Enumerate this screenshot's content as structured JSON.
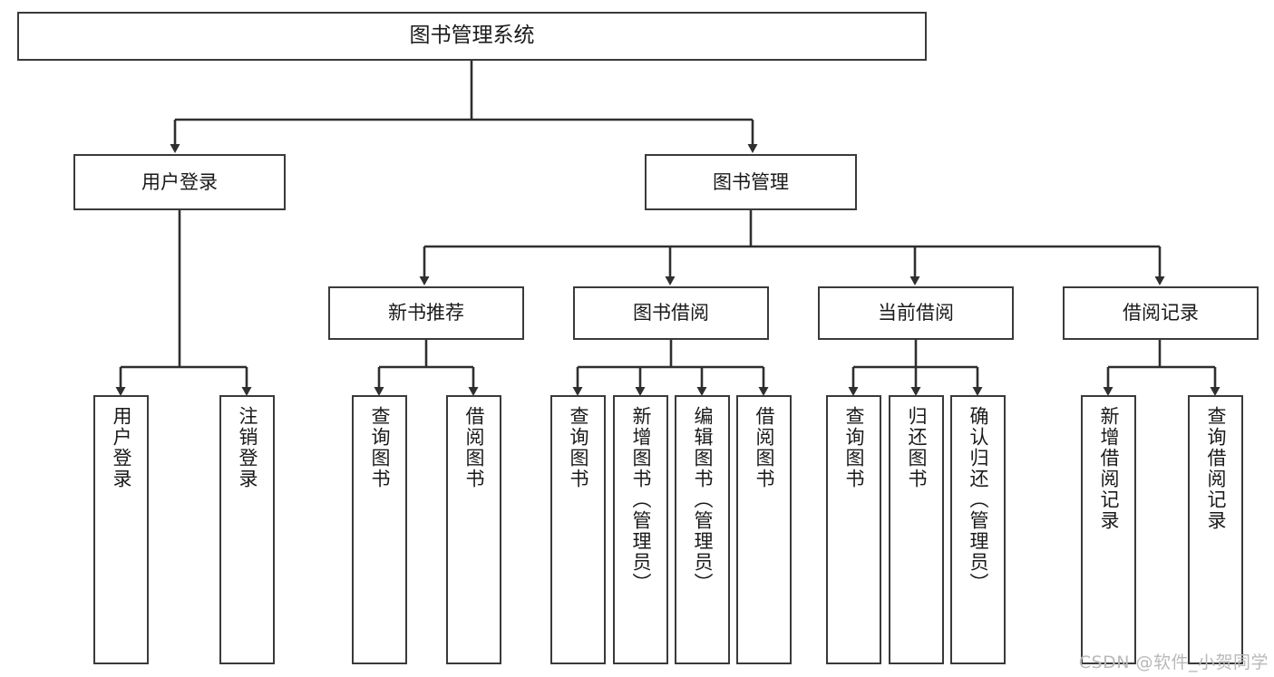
{
  "diagram": {
    "title": "图书管理系统",
    "type": "tree-hierarchy",
    "root": {
      "label": "图书管理系统"
    },
    "level2": [
      {
        "label": "用户登录"
      },
      {
        "label": "图书管理"
      }
    ],
    "level3": [
      {
        "label": "新书推荐"
      },
      {
        "label": "图书借阅"
      },
      {
        "label": "当前借阅"
      },
      {
        "label": "借阅记录"
      }
    ],
    "leaves": {
      "user_login": [
        {
          "label": "用户登录"
        },
        {
          "label": "注销登录"
        }
      ],
      "new_book_recommend": [
        {
          "label": "查询图书"
        },
        {
          "label": "借阅图书"
        }
      ],
      "book_borrow": [
        {
          "label": "查询图书"
        },
        {
          "label": "新增图书（管理员）"
        },
        {
          "label": "编辑图书（管理员）"
        },
        {
          "label": "借阅图书"
        }
      ],
      "current_borrow": [
        {
          "label": "查询图书"
        },
        {
          "label": "归还图书"
        },
        {
          "label": "确认归还（管理员）"
        }
      ],
      "borrow_record": [
        {
          "label": "新增借阅记录"
        },
        {
          "label": "查询借阅记录"
        }
      ]
    }
  },
  "watermark": {
    "text": "CSDN @软件_小贺同学"
  },
  "colors": {
    "box_border": "#3a3a3a",
    "box_fill": "#ffffff",
    "connector": "#2f2f2f",
    "text": "#1a1a1a",
    "watermark": "#b9b9b9"
  }
}
